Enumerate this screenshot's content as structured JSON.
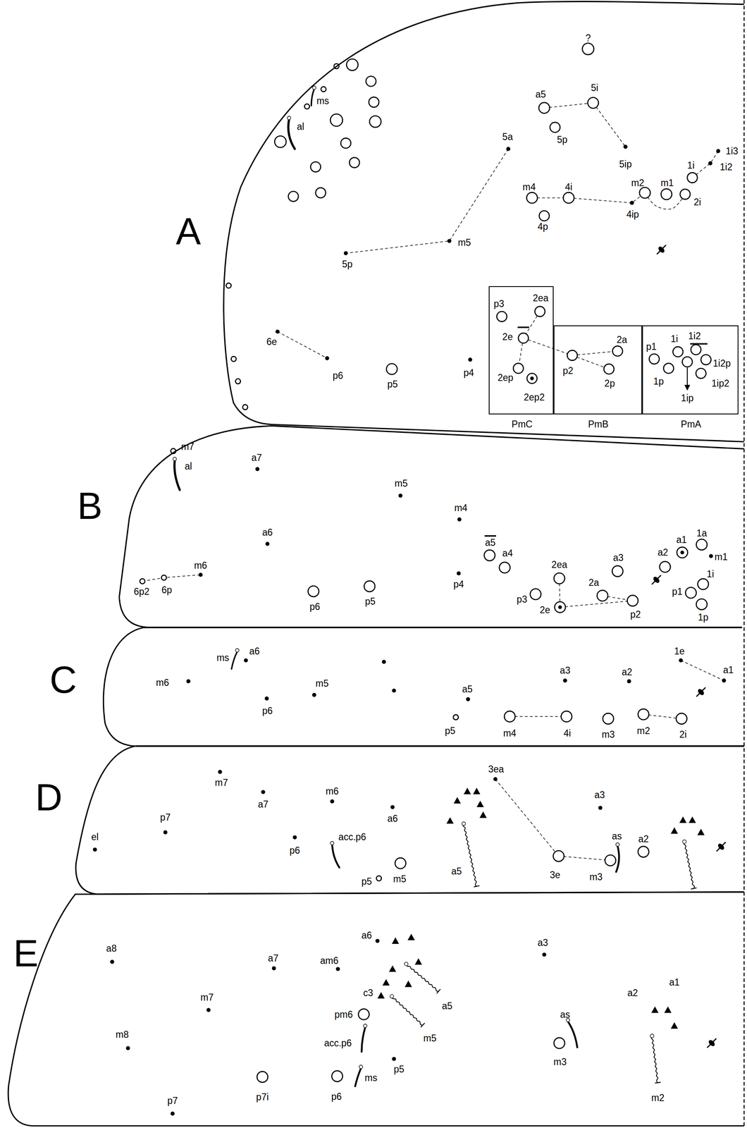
{
  "diagram": {
    "nodes": [
      {
        "text": [
          "A"
        ]
      },
      {
        "text": [
          "PmC"
        ],
        "in": 0
      },
      {
        "text": [
          "PmB"
        ],
        "in": 0
      },
      {
        "text": [
          "PmA"
        ],
        "in": 0
      },
      {
        "text": [
          "B"
        ]
      },
      {
        "text": [
          "C"
        ]
      },
      {
        "text": [
          "D"
        ]
      },
      {
        "text": [
          "E"
        ]
      }
    ],
    "labels": [
      "?",
      "ms",
      "al",
      "a5",
      "5i",
      "5p",
      "5ip",
      "5a",
      "1i3",
      "1i2",
      "1i",
      "m2",
      "m1",
      "2i",
      "m4",
      "4i",
      "4p",
      "4ip",
      "m5",
      "5p",
      "6e",
      "p6",
      "p5",
      "p4",
      "p3",
      "2ea",
      "2e",
      "2ep",
      "2ep2",
      "2a",
      "p2",
      "2p",
      "p1",
      "1i",
      "1i2",
      "1i2p",
      "1p",
      "1ip2",
      "1ip",
      "m7",
      "al",
      "a7",
      "m5",
      "m4",
      "a6",
      "a5",
      "a4",
      "2ea",
      "a3",
      "a2",
      "a1",
      "1a",
      "m1",
      "m6",
      "6p2",
      "6p",
      "p6",
      "p5",
      "p4",
      "p3",
      "2e",
      "2a",
      "p2",
      "1i",
      "p1",
      "1p",
      "ms",
      "a6",
      "1e",
      "m6",
      "m5",
      "p6",
      "a5",
      "a3",
      "a2",
      "a1",
      "p5",
      "m4",
      "4i",
      "m3",
      "m2",
      "2i",
      "3ea",
      "m7",
      "m6",
      "a3",
      "a7",
      "a6",
      "el",
      "p7",
      "as",
      "a2",
      "acc.p6",
      "p6",
      "p5",
      "m5",
      "a5",
      "3e",
      "m3",
      "a6",
      "a3",
      "a8",
      "a7",
      "am6",
      "a1",
      "a2",
      "c3",
      "a5",
      "as",
      "pm6",
      "acc.p6",
      "m7",
      "m5",
      "m8",
      "m3",
      "m2",
      "p5",
      "ms",
      "p7i",
      "p6",
      "p7"
    ]
  }
}
